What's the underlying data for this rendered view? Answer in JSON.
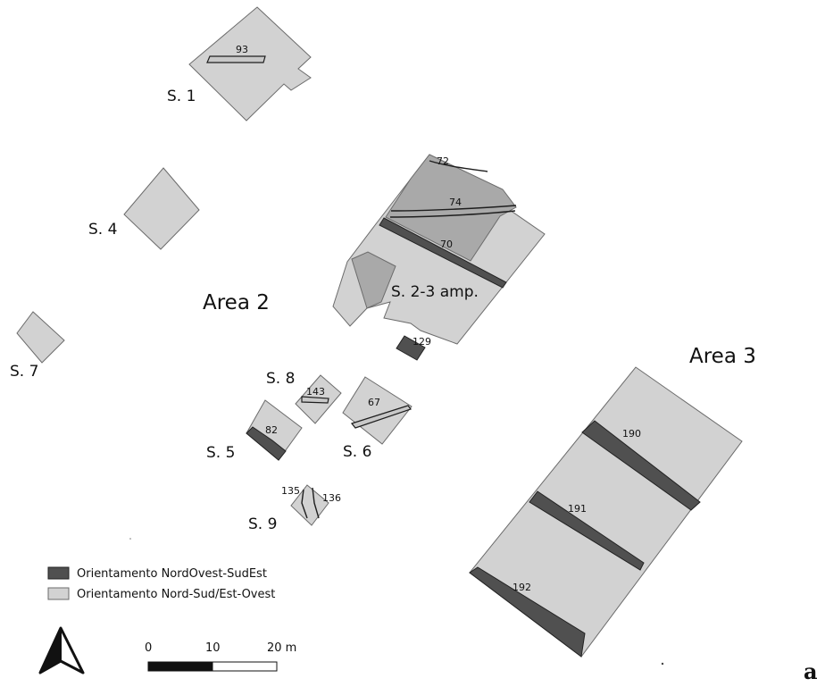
{
  "colors": {
    "nw_se": "#505050",
    "n_s_e_w": "#d2d2d2",
    "mid_gray": "#a9a9a9",
    "outline": "#6b6b6b"
  },
  "areas": {
    "area2": "Area 2",
    "area3": "Area 3"
  },
  "sondages": {
    "s1": "S. 1",
    "s4": "S. 4",
    "s7": "S. 7",
    "s23": "S. 2-3 amp.",
    "s8": "S. 8",
    "s5": "S. 5",
    "s6": "S. 6",
    "s9": "S. 9"
  },
  "features": {
    "f93": "93",
    "f72": "72",
    "f74": "74",
    "f70": "70",
    "f129": "129",
    "f143": "143",
    "f67": "67",
    "f82": "82",
    "f135": "135",
    "f136": "136",
    "f190": "190",
    "f191": "191",
    "f192": "192"
  },
  "legend": {
    "items": [
      {
        "label": "Orientamento NordOvest-SudEst",
        "color": "#505050"
      },
      {
        "label": "Orientamento Nord-Sud/Est-Ovest",
        "color": "#d2d2d2"
      }
    ]
  },
  "scale_bar": {
    "t0": "0",
    "t10": "10",
    "t20": "20 m"
  },
  "north_arrow": "north-arrow-icon",
  "figure_letter": "a"
}
